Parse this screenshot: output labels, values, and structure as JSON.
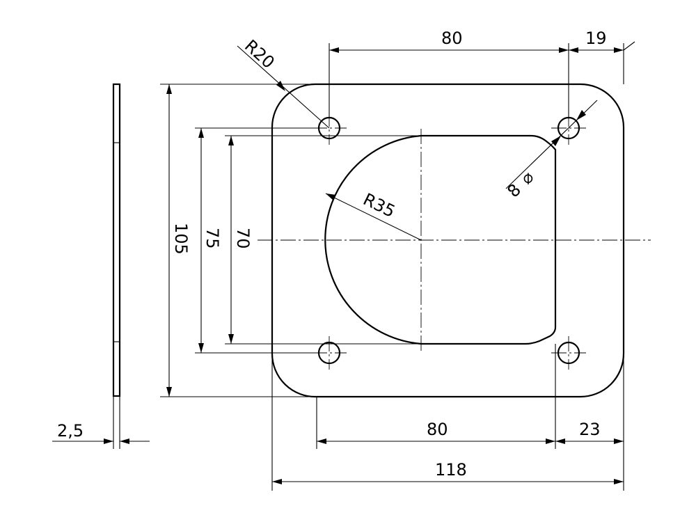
{
  "drawing": {
    "dimensions": {
      "top_spacing": "80",
      "top_edge": "19",
      "corner_radius": "R20",
      "hole_diameter_value": "8",
      "hole_diameter_symbol": "⌀",
      "cutout_radius": "R35",
      "height_total": "105",
      "hole_spacing_vertical": "75",
      "cutout_height": "70",
      "thickness": "2,5",
      "bottom_spacing": "80",
      "bottom_edge": "23",
      "width_total": "118"
    }
  }
}
